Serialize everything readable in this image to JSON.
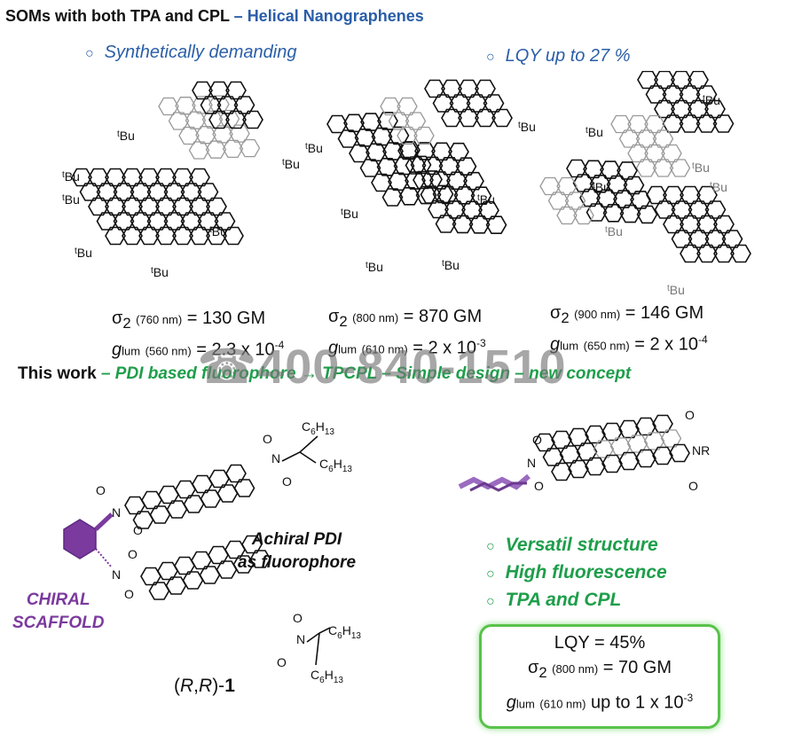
{
  "header": {
    "title_main": "SOMs with both TPA and CPL",
    "title_sep": " – ",
    "title_highlight": "Helical Nanographenes"
  },
  "top_bullets": [
    "Synthetically demanding",
    "LQY up to 27 %"
  ],
  "tbu_label": "tBu",
  "molecules_top": [
    {
      "sigma_nm": "(760 nm)",
      "sigma_val": " = 130 GM",
      "g_nm": "(560 nm)",
      "g_val": " =  2.3 x 10",
      "g_exp": "-4"
    },
    {
      "sigma_nm": "(800 nm)",
      "sigma_val": " = 870 GM",
      "g_nm": "(610 nm)",
      "g_val": " =  2 x 10",
      "g_exp": "-3"
    },
    {
      "sigma_nm": "(900 nm)",
      "sigma_val": " = 146 GM",
      "g_nm": "(650 nm)",
      "g_val": " =  2 x 10",
      "g_exp": "-4"
    }
  ],
  "this_work": {
    "lead": "This work",
    "rest": " – PDI based fluorophore → TPCPL – Simple design – new concept"
  },
  "watermark": "☎400-840-1510",
  "labels": {
    "achiral_line1": "Achiral PDI",
    "achiral_line2": "as fluorophore",
    "chiral_line1": "CHIRAL",
    "chiral_line2": "SCAFFOLD",
    "compound_prefix": "(",
    "compound_r1": "R",
    "compound_mid": ",",
    "compound_r2": "R",
    "compound_suffix": ")-",
    "compound_num": "1"
  },
  "green_bullets": [
    "Versatil structure",
    "High fluorescence",
    "TPA and CPL"
  ],
  "result_box": {
    "lqy": "LQY = 45%",
    "sigma_nm": "(800 nm)",
    "sigma_val": " = 70 GM",
    "g_nm": "(610 nm)",
    "g_val": " up to 1 x 10",
    "g_exp": "-3"
  },
  "colors": {
    "blue": "#2a5ea8",
    "green": "#1e9e4a",
    "purple": "#7b3a9e",
    "box_border": "#59c24a"
  }
}
